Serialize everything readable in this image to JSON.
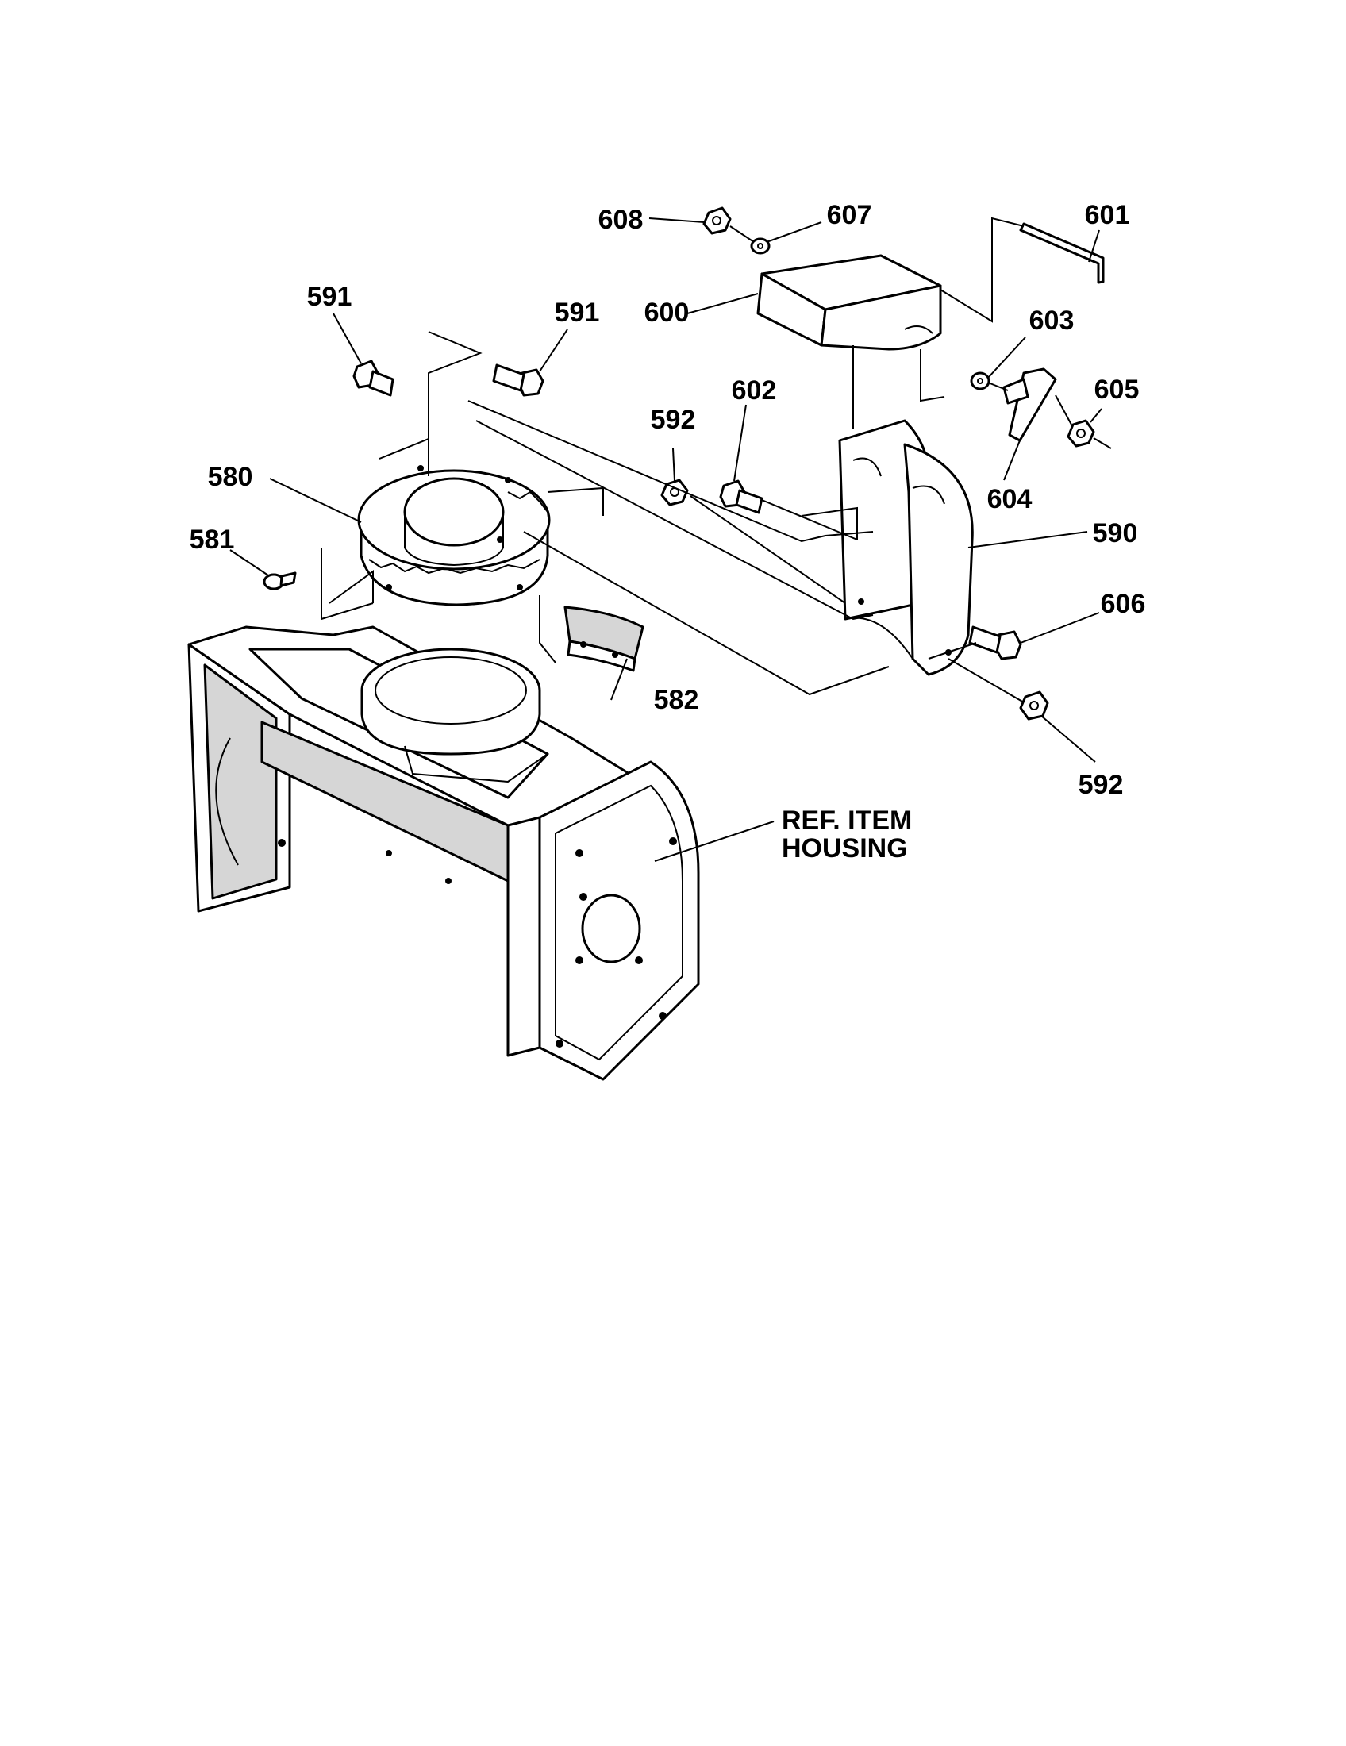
{
  "callouts": {
    "p580": "580",
    "p581": "581",
    "p582": "582",
    "p590": "590",
    "p591a": "591",
    "p591b": "591",
    "p592a": "592",
    "p592b": "592",
    "p600": "600",
    "p601": "601",
    "p602": "602",
    "p603": "603",
    "p604": "604",
    "p605": "605",
    "p606": "606",
    "p607": "607",
    "p608": "608"
  },
  "ref_note": {
    "line1": "REF. ITEM",
    "line2": "HOUSING"
  }
}
